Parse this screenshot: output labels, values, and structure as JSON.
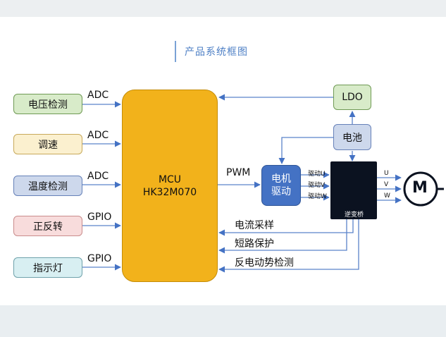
{
  "diagram": {
    "title": "产品系统框图",
    "inputs": [
      {
        "label": "电压检测",
        "signal": "ADC"
      },
      {
        "label": "调速",
        "signal": "ADC"
      },
      {
        "label": "温度检测",
        "signal": "ADC"
      },
      {
        "label": "正反转",
        "signal": "GPIO"
      },
      {
        "label": "指示灯",
        "signal": "GPIO"
      }
    ],
    "mcu": {
      "line1": "MCU",
      "line2": "HK32M070"
    },
    "pwm_label": "PWM",
    "driver": {
      "line1": "电机",
      "line2": "驱动"
    },
    "ldo_label": "LDO",
    "battery_label": "电池",
    "inverter_label": "逆变桥",
    "drive_signals": [
      "驱动U",
      "驱动V",
      "驱动W"
    ],
    "phases": [
      "U",
      "V",
      "W"
    ],
    "motor_label": "M",
    "feedback": [
      "电流采样",
      "短路保护",
      "反电动势检测"
    ],
    "colors": {
      "mcu": "#f2b21b",
      "driver": "#4472c4",
      "arrow": "#4472c4",
      "inverter": "#0b1220"
    }
  }
}
